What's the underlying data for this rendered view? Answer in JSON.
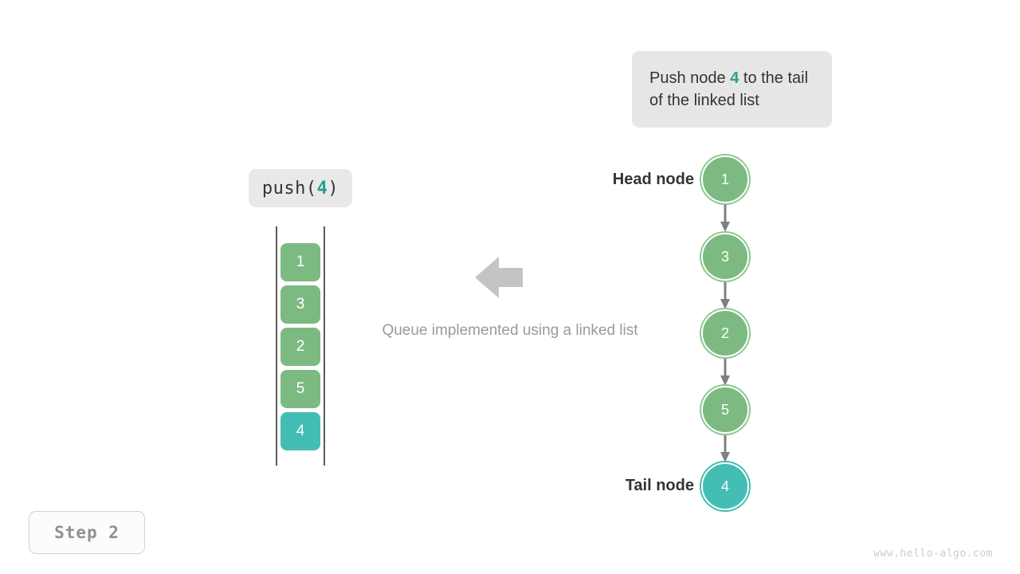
{
  "callout": {
    "text_before": "Push node ",
    "value": "4",
    "text_after": " to the tail of the linked list"
  },
  "operation": {
    "prefix": "push(",
    "value": "4",
    "suffix": ")"
  },
  "queue": {
    "items": [
      {
        "value": "1",
        "highlight": false
      },
      {
        "value": "3",
        "highlight": false
      },
      {
        "value": "2",
        "highlight": false
      },
      {
        "value": "5",
        "highlight": false
      },
      {
        "value": "4",
        "highlight": true
      }
    ]
  },
  "center": {
    "arrow_icon": "arrow-left-icon",
    "caption": "Queue implemented using a linked list"
  },
  "linked_list": {
    "nodes": [
      {
        "value": "1",
        "highlight": false
      },
      {
        "value": "3",
        "highlight": false
      },
      {
        "value": "2",
        "highlight": false
      },
      {
        "value": "5",
        "highlight": false
      },
      {
        "value": "4",
        "highlight": true
      }
    ],
    "head_label": "Head node",
    "tail_label": "Tail node"
  },
  "step_badge": "Step 2",
  "watermark": "www.hello-algo.com",
  "colors": {
    "node_green": "#7cba82",
    "node_green_ring": "#8dc792",
    "node_teal": "#44bdb4",
    "accent_teal": "#2a9d8f",
    "callout_bg": "#e6e6e6",
    "arrow_gray": "#c4c4c4",
    "connector_gray": "#808080",
    "caption_gray": "#9a9a9a",
    "rail_gray": "#5a5a5a"
  }
}
